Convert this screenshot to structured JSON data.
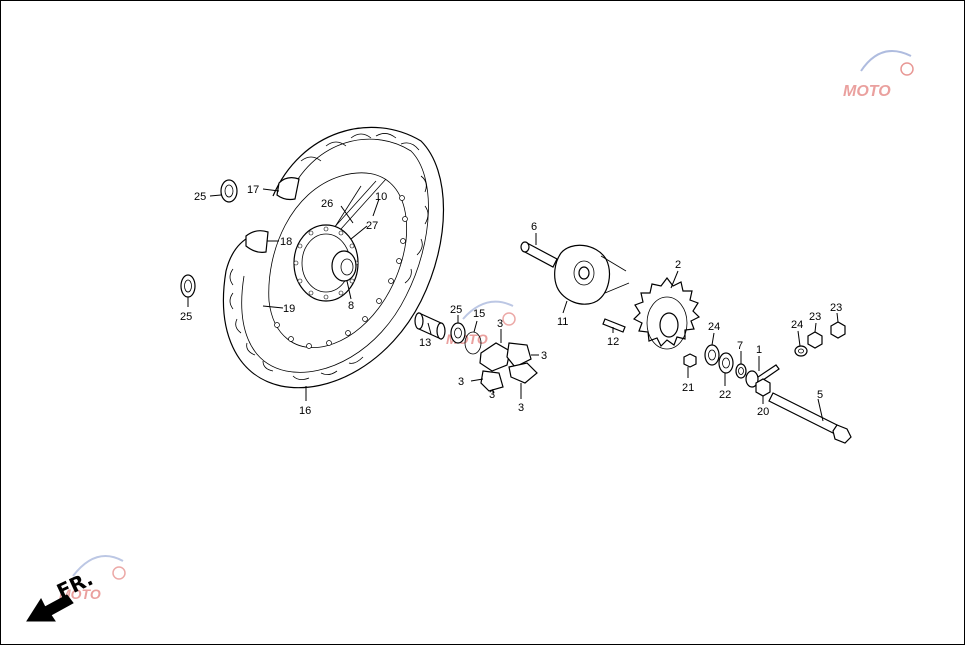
{
  "diagram": {
    "callouts": [
      {
        "id": "c1",
        "text": "25"
      },
      {
        "id": "c2",
        "text": "17"
      },
      {
        "id": "c3",
        "text": "26"
      },
      {
        "id": "c4",
        "text": "10"
      },
      {
        "id": "c5",
        "text": "27"
      },
      {
        "id": "c6",
        "text": "18"
      },
      {
        "id": "c7",
        "text": "8"
      },
      {
        "id": "c8",
        "text": "19"
      },
      {
        "id": "c9",
        "text": "25"
      },
      {
        "id": "c10",
        "text": "16"
      },
      {
        "id": "c11",
        "text": "25"
      },
      {
        "id": "c12",
        "text": "15"
      },
      {
        "id": "c13",
        "text": "13"
      },
      {
        "id": "c14",
        "text": "3"
      },
      {
        "id": "c15",
        "text": "3"
      },
      {
        "id": "c16",
        "text": "3"
      },
      {
        "id": "c17",
        "text": "3"
      },
      {
        "id": "c18",
        "text": "3"
      },
      {
        "id": "c19",
        "text": "6"
      },
      {
        "id": "c20",
        "text": "11"
      },
      {
        "id": "c21",
        "text": "12"
      },
      {
        "id": "c22",
        "text": "2"
      },
      {
        "id": "c23",
        "text": "21"
      },
      {
        "id": "c24",
        "text": "24"
      },
      {
        "id": "c25",
        "text": "22"
      },
      {
        "id": "c26",
        "text": "7"
      },
      {
        "id": "c27",
        "text": "1"
      },
      {
        "id": "c28",
        "text": "20"
      },
      {
        "id": "c29",
        "text": "5"
      },
      {
        "id": "c30",
        "text": "24"
      },
      {
        "id": "c31",
        "text": "23"
      },
      {
        "id": "c32",
        "text": "23"
      }
    ],
    "direction_label": "FR."
  }
}
